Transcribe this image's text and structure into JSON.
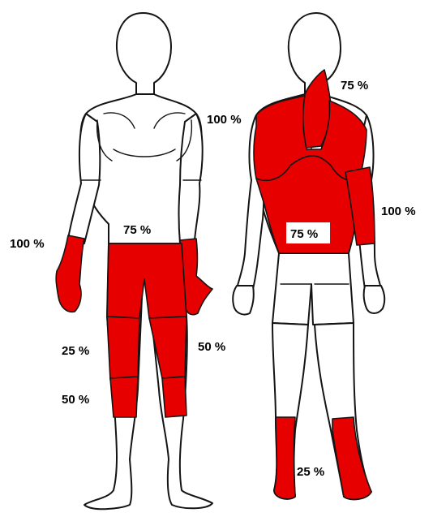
{
  "colors": {
    "burn_fill": "#e60000",
    "outline": "#141414",
    "background": "#ffffff"
  },
  "figures": {
    "front": {
      "labels": {
        "left_hand": "100 %",
        "pelvis_thighs": "75 %",
        "right_thigh_side": "50 %",
        "left_thigh_side": "25 %",
        "knees": "50 %"
      }
    },
    "back": {
      "labels": {
        "neck": "75 %",
        "upper_back": "100 %",
        "left_forearm": "100 %",
        "lower_back": "75 %",
        "lower_legs": "25 %"
      }
    }
  }
}
